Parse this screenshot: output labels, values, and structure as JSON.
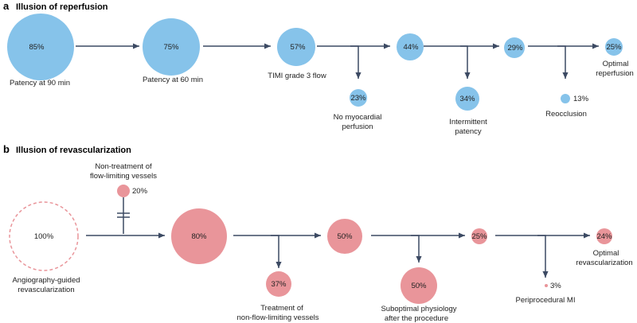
{
  "panel_a": {
    "letter": "a",
    "title": "Illusion of reperfusion",
    "main_steps": [
      {
        "value": "85%",
        "caption": [
          "Patency at 90 min"
        ]
      },
      {
        "value": "75%",
        "caption": [
          "Patency at 60 min"
        ]
      },
      {
        "value": "57%",
        "caption": [
          "TIMI grade 3 flow"
        ]
      },
      {
        "value": "44%",
        "caption": []
      },
      {
        "value": "29%",
        "caption": []
      },
      {
        "value": "25%",
        "caption": [
          "Optimal",
          "reperfusion"
        ]
      }
    ],
    "branches": [
      {
        "value": "23%",
        "caption": [
          "No myocardial",
          "perfusion"
        ]
      },
      {
        "value": "34%",
        "caption": [
          "Intermittent",
          "patency"
        ]
      },
      {
        "value": "13%",
        "caption": [
          "Reocclusion"
        ]
      }
    ]
  },
  "panel_b": {
    "letter": "b",
    "title": "Illusion of revascularization",
    "main_steps": [
      {
        "value": "100%",
        "caption": [
          "Angiography-guided",
          "revascularization"
        ]
      },
      {
        "value": "80%",
        "caption": []
      },
      {
        "value": "50%",
        "caption": []
      },
      {
        "value": "25%",
        "caption": []
      },
      {
        "value": "24%",
        "caption": [
          "Optimal",
          "revascularization"
        ]
      }
    ],
    "top_branch": {
      "value": "20%",
      "caption": [
        "Non-treatment of",
        "flow-limiting vessels"
      ]
    },
    "branches": [
      {
        "value": "37%",
        "caption": [
          "Treatment of",
          "non-flow-limiting vessels"
        ]
      },
      {
        "value": "50%",
        "caption": [
          "Suboptimal physiology",
          "after the procedure"
        ]
      },
      {
        "value": "3%",
        "caption": [
          "Periprocedural MI"
        ]
      }
    ]
  },
  "colors": {
    "blue": "#86c3ea",
    "pink": "#e9959a",
    "pink_dashed": "#e9959a",
    "arrow": "#3c4a63"
  }
}
